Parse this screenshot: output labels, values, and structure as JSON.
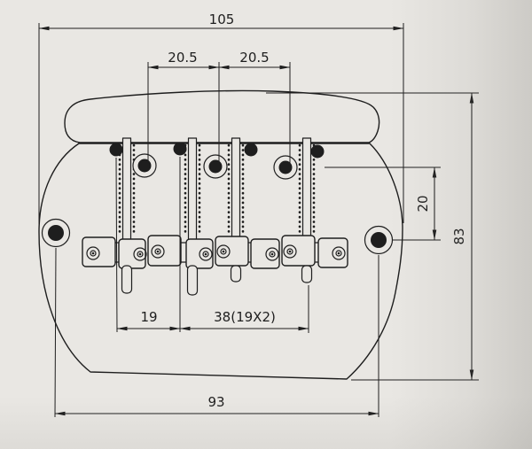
{
  "figure": {
    "labels": {
      "overall_width": "105",
      "spacing_left": "20.5",
      "spacing_right": "20.5",
      "anchor_to_hole": "20",
      "overall_depth": "83",
      "saddle_pitch": "19",
      "saddle_span": "38(19X2)",
      "hole_spacing": "93"
    },
    "colors": {
      "ink": "#1e1e1e",
      "paper": "#e9e7e3"
    }
  }
}
